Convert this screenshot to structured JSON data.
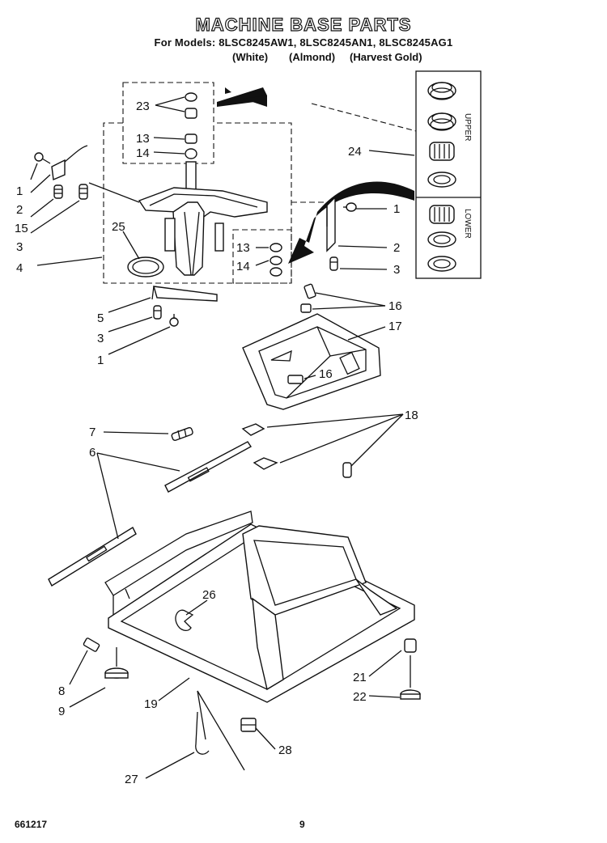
{
  "header": {
    "title": "MACHINE BASE PARTS",
    "models": "For Models: 8LSC8245AW1, 8LSC8245AN1, 8LSC8245AG1",
    "color_white": "(White)",
    "color_almond": "(Almond)",
    "color_gold": "(Harvest Gold)"
  },
  "box_labels": {
    "upper": "UPPER",
    "lower": "LOWER"
  },
  "callouts": {
    "c23": "23",
    "c13a": "13",
    "c14a": "14",
    "c1a": "1",
    "c2a": "2",
    "c15": "15",
    "c3a": "3",
    "c4": "4",
    "c25": "25",
    "c5": "5",
    "c3b": "3",
    "c1b": "1",
    "c24": "24",
    "c1c": "1",
    "c2c": "2",
    "c3c": "3",
    "c13b": "13",
    "c14b": "14",
    "c16a": "16",
    "c17": "17",
    "c16b": "16",
    "c7": "7",
    "c6": "6",
    "c18": "18",
    "c26": "26",
    "c8": "8",
    "c9": "9",
    "c19": "19",
    "c21": "21",
    "c22": "22",
    "c28": "28",
    "c27": "27"
  },
  "footer": {
    "doc_number": "661217",
    "page_number": "9"
  }
}
